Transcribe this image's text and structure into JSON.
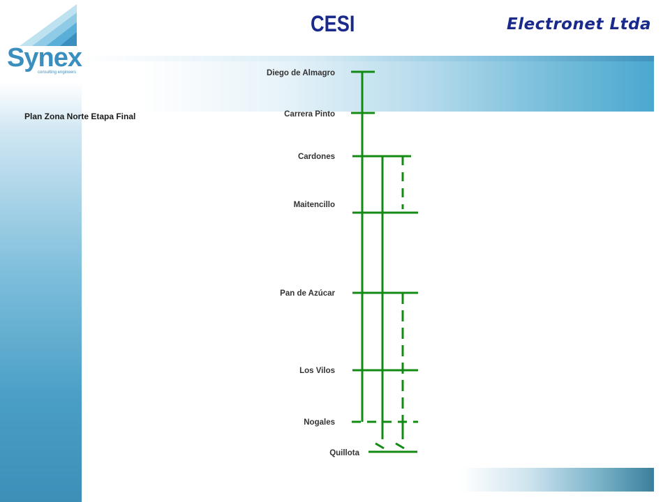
{
  "header": {
    "title": "CESI",
    "brand": "Electronet Ltda",
    "title_color": "#1a2a8c"
  },
  "logo": {
    "name": "Synex",
    "tagline": "consulting engineers",
    "color": "#3b8fbf"
  },
  "plan_title": "Plan Zona Norte Etapa Final",
  "diagram": {
    "line_color": "#138a13",
    "stations": [
      {
        "name": "Diego de Almagro"
      },
      {
        "name": "Carrera Pinto"
      },
      {
        "name": "Cardones"
      },
      {
        "name": "Maitencillo"
      },
      {
        "name": "Pan de Azúcar"
      },
      {
        "name": "Los Vilos"
      },
      {
        "name": "Nogales"
      },
      {
        "name": "Quillota"
      }
    ]
  }
}
